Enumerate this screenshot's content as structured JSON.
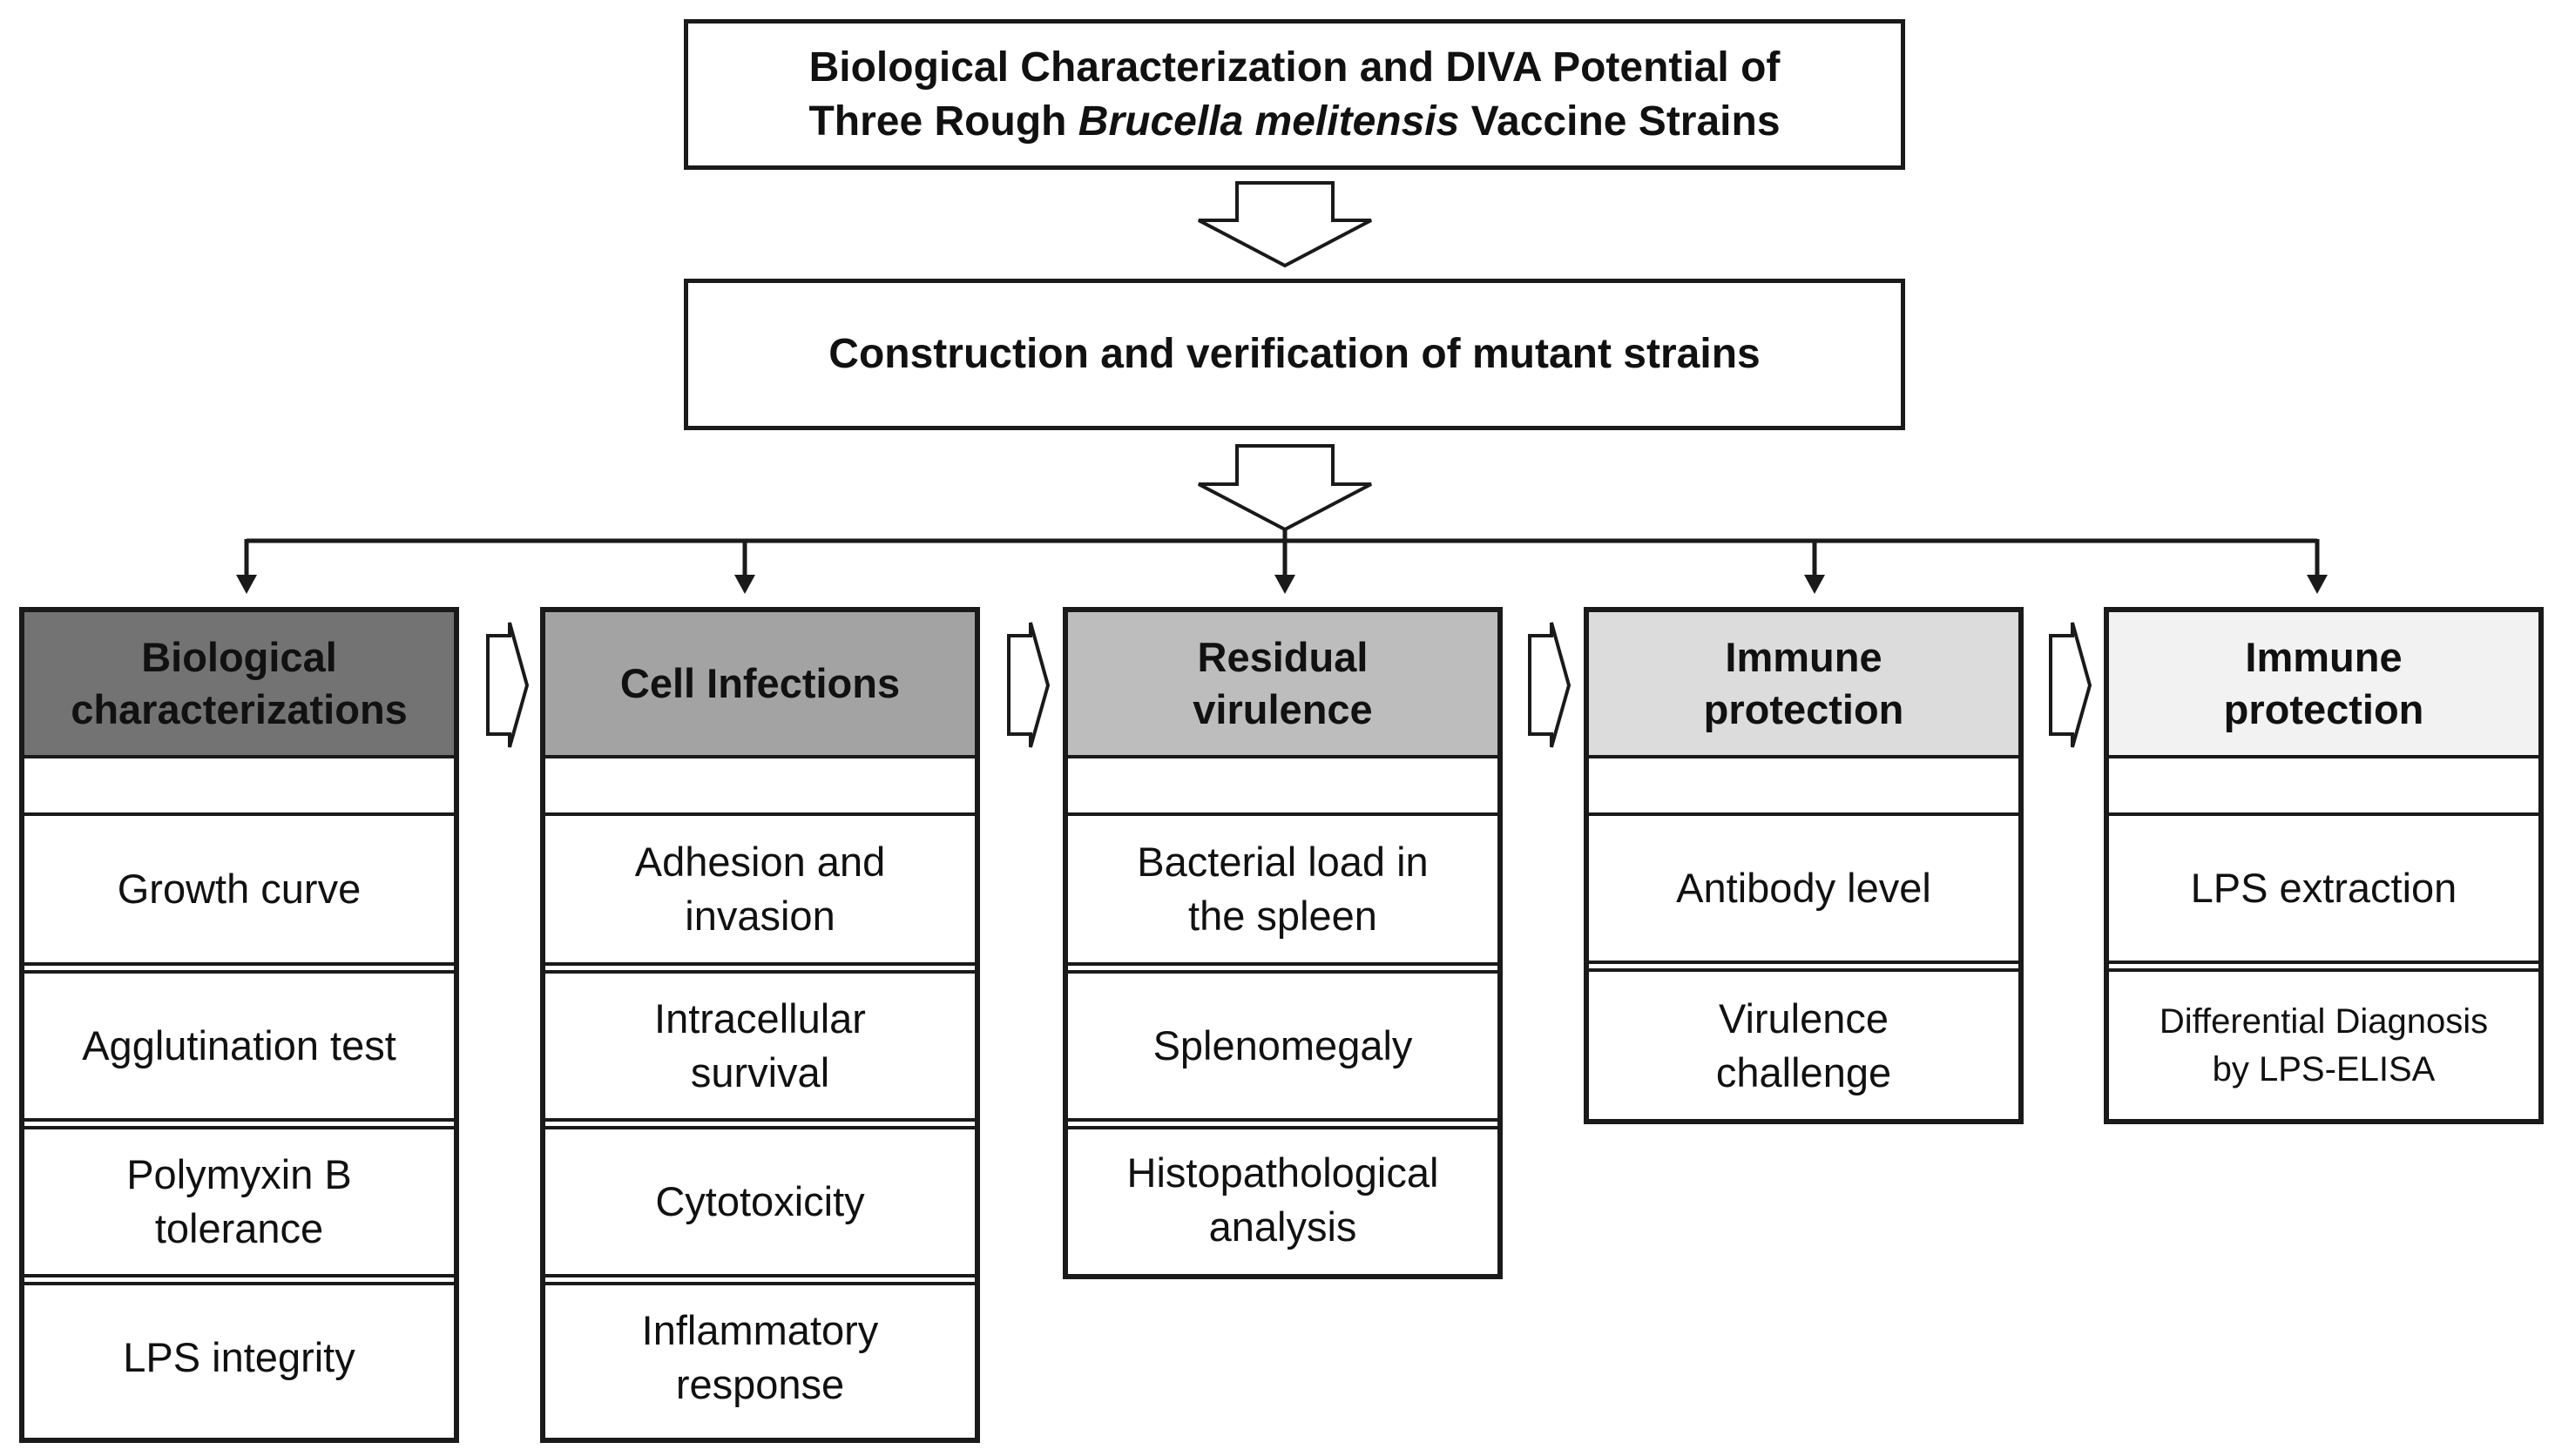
{
  "title_box": {
    "line1": "Biological Characterization and DIVA Potential of",
    "line2_pre": "Three Rough ",
    "line2_italic": "Brucella melitensis",
    "line2_post": " Vaccine Strains"
  },
  "construction_box": {
    "label": "Construction and verification of mutant strains"
  },
  "columns": [
    {
      "header_color": "#737373",
      "header": [
        "Biological",
        "characterizations"
      ],
      "items": [
        [
          "Growth curve"
        ],
        [
          "Agglutination test"
        ],
        [
          "Polymyxin B",
          "tolerance"
        ],
        [
          "LPS integrity"
        ]
      ]
    },
    {
      "header_color": "#a3a3a3",
      "header": [
        "Cell Infections"
      ],
      "items": [
        [
          "Adhesion and",
          "invasion"
        ],
        [
          "Intracellular",
          "survival"
        ],
        [
          "Cytotoxicity"
        ],
        [
          "Inflammatory",
          "response"
        ]
      ]
    },
    {
      "header_color": "#bdbdbd",
      "header": [
        "Residual",
        "virulence"
      ],
      "items": [
        [
          "Bacterial load in",
          "the spleen"
        ],
        [
          "Splenomegaly"
        ],
        [
          "Histopathological",
          "analysis"
        ]
      ]
    },
    {
      "header_color": "#dcdcdc",
      "header": [
        "Immune",
        "protection"
      ],
      "items": [
        [
          "Antibody level"
        ],
        [
          "Virulence",
          "challenge"
        ]
      ]
    },
    {
      "header_color": "#f2f2f2",
      "header": [
        "Immune",
        "protection"
      ],
      "items": [
        [
          "LPS extraction"
        ],
        [
          "Differential Diagnosis",
          "by LPS-ELISA"
        ]
      ]
    }
  ]
}
